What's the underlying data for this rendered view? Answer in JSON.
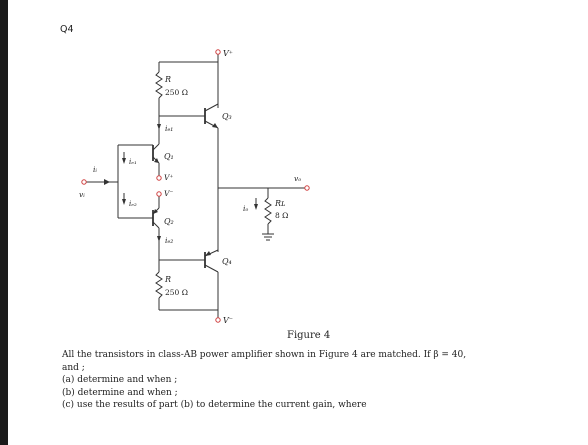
{
  "question": {
    "label": "Q4"
  },
  "figure": {
    "caption": "Figure 4",
    "labels": {
      "vplus_top": "V⁺",
      "vminus_bottom": "V⁻",
      "vplus_mid": "V⁺",
      "vminus_mid": "V⁻",
      "r_top": "R",
      "r_top_value": "250 Ω",
      "r_bottom": "R",
      "r_bottom_value": "250 Ω",
      "q1": "Q₁",
      "q2": "Q₂",
      "q3": "Q₃",
      "q4": "Q₄",
      "ie1": "iₑ₁",
      "ie2": "iₑ₂",
      "ib1": "iₑ₁",
      "ib2": "iₑ₂",
      "ii": "iᵢ",
      "vi": "vᵢ",
      "vo": "vₒ",
      "io": "iₒ",
      "rl": "Rʟ",
      "rl_value": "8 Ω"
    }
  },
  "problem": {
    "intro": "All the transistors in class-AB power amplifier shown in Figure 4 are matched.  If β = 40,",
    "and_line": "and ;",
    "part_a": "(a)  determine  and  when ;",
    "part_b": "(b)  determine  and  when ;",
    "part_c": "(c)  use  the  results  of  part  (b)  to  determine  the  current  gain,  where"
  }
}
